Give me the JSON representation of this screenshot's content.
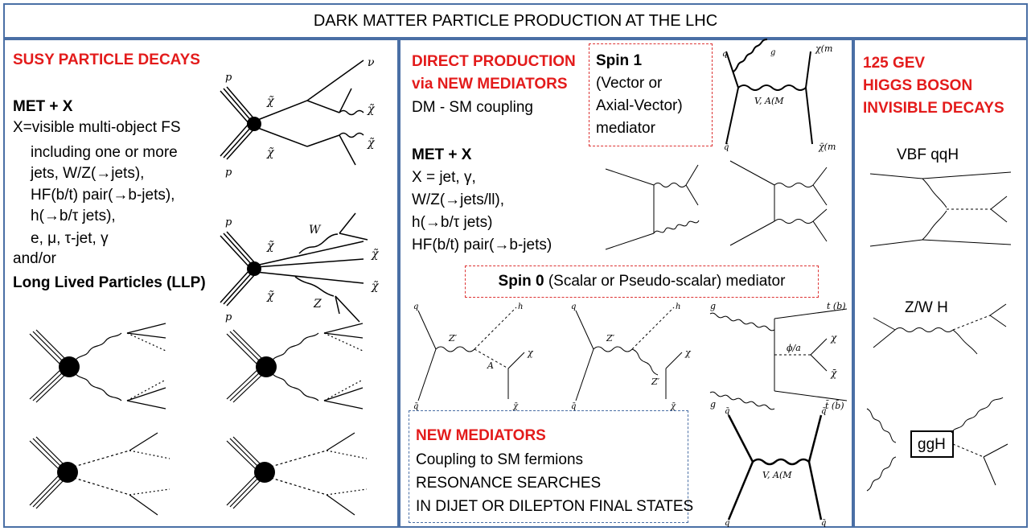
{
  "title": "DARK MATTER PARTICLE PRODUCTION AT THE LHC",
  "susy": {
    "heading": "SUSY PARTICLE DECAYS",
    "met": "MET + X",
    "lines": [
      "X=visible multi-object FS",
      "including one or more",
      "jets, W/Z(→jets),",
      "HF(b/t) pair(→b-jets),",
      "h(→b/τ jets),",
      "e, μ, τ-jet, γ"
    ],
    "andor": "and/or",
    "llp": "Long Lived Particles (LLP)"
  },
  "direct": {
    "heading1": "DIRECT PRODUCTION",
    "heading2": "via NEW MEDIATORS",
    "coupling": "DM - SM coupling",
    "spin1": [
      "Spin 1",
      "(Vector or",
      "Axial-Vector)",
      "mediator"
    ],
    "met": "MET  +  X",
    "lines": [
      "X = jet, γ,",
      "W/Z(→jets/ll),",
      "h(→b/τ jets)",
      "HF(b/t) pair(→b-jets)"
    ],
    "spin0_bold": "Spin 0",
    "spin0_rest": " (Scalar or Pseudo-scalar) mediator",
    "new_heading": "NEW MEDIATORS",
    "new_lines": [
      "Coupling to SM fermions",
      "RESONANCE SEARCHES",
      "IN DIJET OR DILEPTON FINAL STATES"
    ]
  },
  "higgs": {
    "heading": [
      "125 GEV",
      "HIGGS BOSON",
      "INVISIBLE DECAYS"
    ],
    "vbf": "VBF qqH",
    "zwh": "Z/W H",
    "ggh": "ggH"
  },
  "colors": {
    "border": "#4a6fa5",
    "heading": "#e31b1b",
    "dash": "#dd3333"
  }
}
